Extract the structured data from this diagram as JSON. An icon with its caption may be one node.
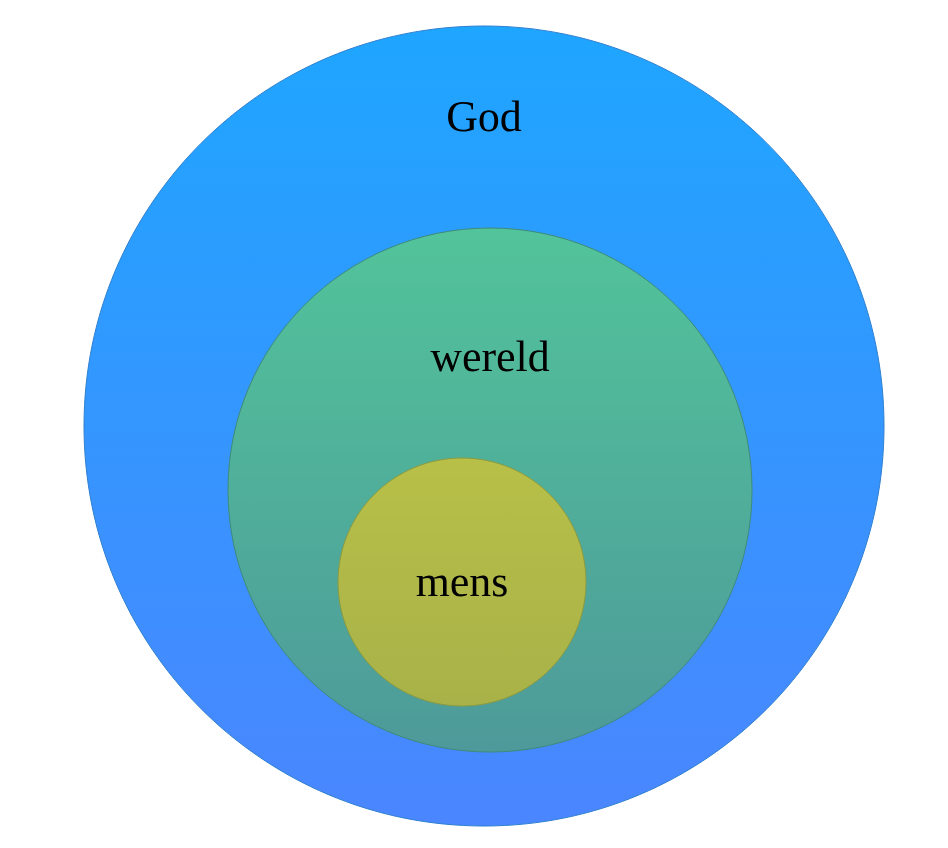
{
  "diagram": {
    "nodes": [
      {
        "text": [
          "God"
        ]
      },
      {
        "text": [
          "wereld"
        ],
        "in": 0
      },
      {
        "text": [
          "mens"
        ],
        "in": 1
      }
    ]
  }
}
